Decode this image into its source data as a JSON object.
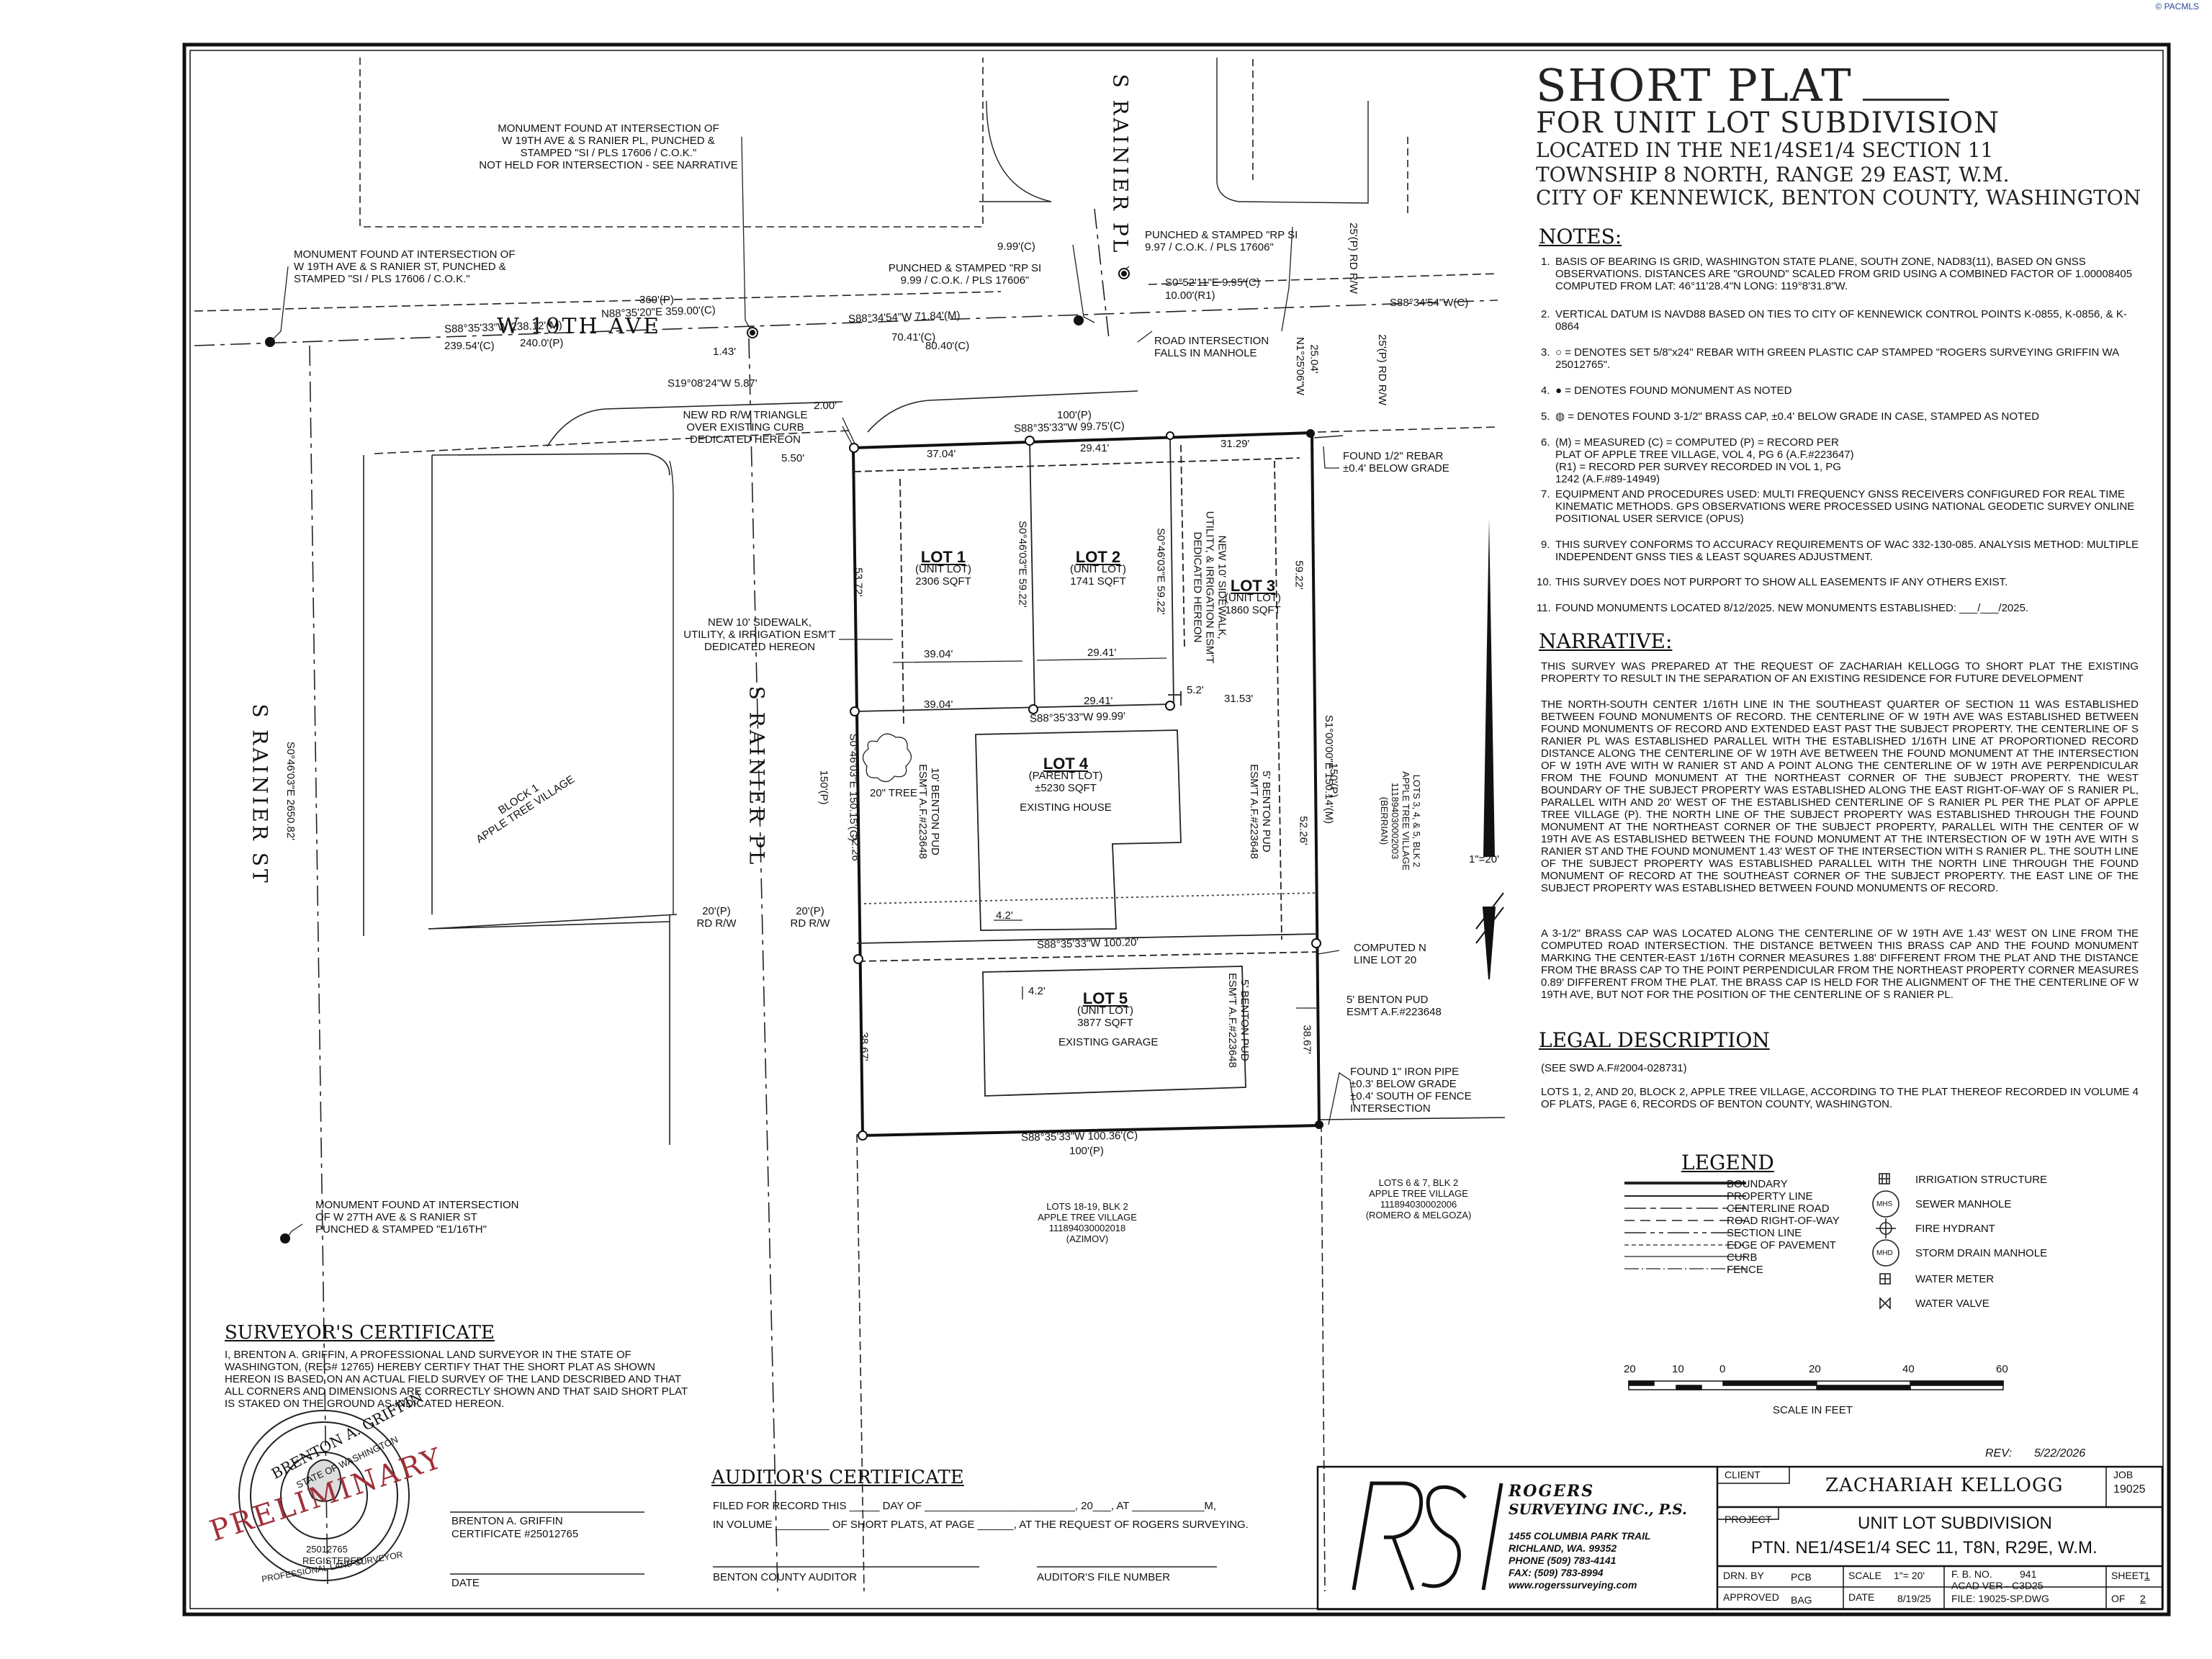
{
  "watermark": "© PACMLS",
  "title": {
    "line1": "SHORT PLAT",
    "line2": "FOR UNIT LOT SUBDIVISION",
    "line3": "LOCATED IN THE NE1/4SE1/4 SECTION 11",
    "line4": "TOWNSHIP 8 NORTH, RANGE 29 EAST, W.M.",
    "line5": "CITY OF KENNEWICK, BENTON COUNTY, WASHINGTON"
  },
  "notes": {
    "heading": "NOTES:",
    "items": [
      {
        "num": "1.",
        "text": "BASIS OF BEARING IS GRID, WASHINGTON STATE PLANE, SOUTH ZONE, NAD83(11), BASED ON GNSS OBSERVATIONS. DISTANCES ARE \"GROUND\" SCALED FROM GRID USING A COMBINED FACTOR OF 1.00008405 COMPUTED FROM LAT: 46°11'28.4\"N LONG: 119°8'31.8\"W."
      },
      {
        "num": "2.",
        "text": "VERTICAL DATUM IS NAVD88 BASED ON TIES TO CITY OF KENNEWICK CONTROL POINTS K-0855, K-0856, & K-0864"
      },
      {
        "num": "3.",
        "text": "○ = DENOTES SET 5/8\"x24\" REBAR WITH GREEN PLASTIC CAP STAMPED \"ROGERS SURVEYING GRIFFIN WA 25012765\"."
      },
      {
        "num": "4.",
        "text": "● = DENOTES FOUND MONUMENT AS NOTED"
      },
      {
        "num": "5.",
        "text": "◍ = DENOTES FOUND 3-1/2\" BRASS CAP, ±0.4' BELOW GRADE IN CASE, STAMPED AS NOTED"
      },
      {
        "num": "6.",
        "text": "(M) = MEASURED (C) = COMPUTED (P) = RECORD PER PLAT OF APPLE TREE VILLAGE, VOL 4, PG 6 (A.F.#223647) (R1) = RECORD PER SURVEY RECORDED IN VOL 1, PG 1242 (A.F.#89-14949)"
      },
      {
        "num": "7.",
        "text": "EQUIPMENT AND PROCEDURES USED: MULTI FREQUENCY GNSS RECEIVERS CONFIGURED FOR REAL TIME KINEMATIC METHODS. GPS OBSERVATIONS WERE PROCESSED USING NATIONAL GEODETIC SURVEY ONLINE POSITIONAL USER SERVICE (OPUS)"
      },
      {
        "num": "9.",
        "text": "THIS SURVEY CONFORMS TO ACCURACY REQUIREMENTS OF WAC 332-130-085. ANALYSIS METHOD: MULTIPLE INDEPENDENT GNSS TIES & LEAST SQUARES ADJUSTMENT."
      },
      {
        "num": "10.",
        "text": "THIS SURVEY DOES NOT PURPORT TO SHOW ALL EASEMENTS IF ANY OTHERS EXIST."
      },
      {
        "num": "11.",
        "text": "FOUND MONUMENTS LOCATED 8/12/2025. NEW MONUMENTS ESTABLISHED: ___/___/2025."
      }
    ]
  },
  "narrative": {
    "heading": "NARRATIVE:",
    "p1": "THIS SURVEY WAS PREPARED AT THE REQUEST OF ZACHARIAH KELLOGG TO SHORT PLAT THE EXISTING PROPERTY TO RESULT IN THE SEPARATION OF AN EXISTING RESIDENCE FOR FUTURE DEVELOPMENT",
    "p2": "THE NORTH-SOUTH CENTER 1/16TH LINE IN THE SOUTHEAST QUARTER OF SECTION 11 WAS ESTABLISHED BETWEEN FOUND MONUMENTS OF RECORD. THE CENTERLINE OF W 19TH AVE WAS ESTABLISHED BETWEEN FOUND MONUMENTS OF RECORD AND EXTENDED EAST PAST THE SUBJECT PROPERTY. THE CENTERLINE OF S RANIER PL WAS ESTABLISHED PARALLEL WITH THE ESTABLISHED 1/16TH LINE AT PROPORTIONED RECORD DISTANCE ALONG THE CENTERLINE OF W 19TH AVE BETWEEN THE FOUND MONUMENT AT THE INTERSECTION OF W 19TH AVE WITH W RANIER ST AND A POINT ALONG THE CENTERLINE OF W 19TH AVE PERPENDICULAR FROM THE FOUND MONUMENT AT THE NORTHEAST CORNER OF THE SUBJECT PROPERTY. THE WEST BOUNDARY OF THE SUBJECT PROPERTY WAS ESTABLISHED ALONG THE EAST RIGHT-OF-WAY OF S RANIER PL, PARALLEL WITH AND 20' WEST OF THE ESTABLISHED CENTERLINE OF S RANIER PL PER THE PLAT OF APPLE TREE VILLAGE (P). THE NORTH LINE OF THE SUBJECT PROPERTY WAS ESTABLISHED THROUGH THE FOUND MONUMENT AT THE NORTHEAST CORNER OF THE SUBJECT PROPERTY, PARALLEL WITH THE CENTER OF W 19TH AVE AS ESTABLISHED BETWEEN THE FOUND MONUMENT AT THE INTERSECTION OF W 19TH AVE WITH S RANIER ST AND THE FOUND MONUMENT 1.43' WEST OF THE INTERSECTION WITH S RANIER PL. THE SOUTH LINE OF THE SUBJECT PROPERTY WAS ESTABLISHED PARALLEL WITH THE NORTH LINE THROUGH THE FOUND MONUMENT OF RECORD AT THE SOUTHEAST CORNER OF THE SUBJECT PROPERTY. THE EAST LINE OF THE SUBJECT PROPERTY WAS ESTABLISHED BETWEEN FOUND MONUMENTS OF RECORD.",
    "p3": "A 3-1/2\" BRASS CAP WAS LOCATED ALONG THE CENTERLINE OF W 19TH AVE 1.43' WEST ON LINE FROM THE COMPUTED ROAD INTERSECTION. THE DISTANCE BETWEEN THIS BRASS CAP AND THE FOUND MONUMENT MARKING THE CENTER-EAST 1/16TH CORNER MEASURES 1.88' DIFFERENT FROM THE PLAT AND THE DISTANCE FROM THE BRASS CAP TO THE POINT PERPENDICULAR FROM THE NORTHEAST PROPERTY CORNER MEASURES 0.89' DIFFERENT FROM THE PLAT. THE BRASS CAP IS HELD FOR THE ALIGNMENT OF THE THE CENTERLINE OF W 19TH AVE, BUT NOT FOR THE POSITION OF THE CENTERLINE OF S RANIER PL."
  },
  "legal": {
    "heading": "LEGAL DESCRIPTION",
    "ref": "(SEE SWD A.F#2004-028731)",
    "text": "LOTS 1, 2, AND 20, BLOCK 2, APPLE TREE VILLAGE, ACCORDING TO THE PLAT THEREOF RECORDED IN VOLUME 4 OF PLATS, PAGE 6, RECORDS OF BENTON COUNTY, WASHINGTON."
  },
  "legend": {
    "heading": "LEGEND",
    "lines": [
      "BOUNDARY",
      "PROPERTY LINE",
      "CENTERLINE ROAD",
      "ROAD RIGHT-OF-WAY",
      "SECTION LINE",
      "EDGE OF PAVEMENT",
      "CURB",
      "FENCE"
    ],
    "symbols": [
      {
        "abbr": "",
        "label": "IRRIGATION STRUCTURE"
      },
      {
        "abbr": "MHS",
        "label": "SEWER MANHOLE"
      },
      {
        "abbr": "",
        "label": "FIRE HYDRANT"
      },
      {
        "abbr": "MHD",
        "label": "STORM DRAIN MANHOLE"
      },
      {
        "abbr": "",
        "label": "WATER METER"
      },
      {
        "abbr": "",
        "label": "WATER VALVE"
      }
    ]
  },
  "scale": {
    "ticks": [
      "20",
      "10",
      "0",
      "20",
      "40",
      "60"
    ],
    "label": "SCALE IN FEET",
    "north_scale": "1\"=20'"
  },
  "plat": {
    "streets": {
      "w19": "W 19TH AVE",
      "rainier_pl_top": "S RAINIER PL",
      "rainier_pl_mid": "S RAINIER PL",
      "rainier_st": "S RAINIER ST"
    },
    "lots": [
      {
        "name": "LOT 1",
        "type": "(UNIT LOT)",
        "area": "2306 SQFT"
      },
      {
        "name": "LOT 2",
        "type": "(UNIT LOT)",
        "area": "1741 SQFT"
      },
      {
        "name": "LOT 3",
        "type": "(UNIT LOT)",
        "area": "1860 SQFT"
      },
      {
        "name": "LOT 4",
        "type": "(PARENT LOT)",
        "area": "±5230 SQFT",
        "extra": "EXISTING HOUSE"
      },
      {
        "name": "LOT 5",
        "type": "(UNIT LOT)",
        "area": "3877 SQFT",
        "extra": "EXISTING GARAGE"
      }
    ],
    "notes": {
      "mon1": [
        "MONUMENT FOUND AT INTERSECTION OF",
        "W 19TH AVE & S RANIER PL, PUNCHED &",
        "STAMPED \"SI / PLS 17606 / C.O.K.\"",
        "NOT HELD FOR INTERSECTION - SEE NARRATIVE"
      ],
      "mon2": [
        "MONUMENT FOUND AT INTERSECTION OF",
        "W 19TH AVE & S RANIER ST, PUNCHED &",
        "STAMPED \"SI / PLS 17606 / C.O.K.\""
      ],
      "mon3": [
        "MONUMENT FOUND AT INTERSECTION",
        "OF W 27TH AVE & S RANIER ST",
        "PUNCHED & STAMPED \"E1/16TH\""
      ],
      "punched1": [
        "PUNCHED & STAMPED \"RP SI",
        "9.97 / C.O.K. / PLS 17606\""
      ],
      "punched2": [
        "PUNCHED & STAMPED \"RP SI",
        "9.99 / C.O.K. / PLS 17606\""
      ],
      "road_int": [
        "ROAD INTERSECTION",
        "FALLS IN MANHOLE"
      ],
      "triangle": [
        "NEW RD R/W TRIANGLE",
        "OVER EXISTING CURB",
        "DEDICATED HEREON"
      ],
      "sidewalk1": [
        "NEW 10' SIDEWALK,",
        "UTILITY, & IRRIGATION ESM'T",
        "DEDICATED HEREON"
      ],
      "sidewalk2": [
        "NEW 10' SIDEWALK,",
        "UTILITY, & IRRIGATION ESM'T",
        "DEDICATED HEREON"
      ],
      "rebar": [
        "FOUND 1/2\" REBAR",
        "±0.4' BELOW GRADE"
      ],
      "ironpipe": [
        "FOUND 1\" IRON PIPE",
        "±0.3' BELOW GRADE",
        "±0.4' SOUTH OF FENCE",
        "INTERSECTION"
      ],
      "computed": [
        "COMPUTED N",
        "LINE LOT 20"
      ],
      "benton3": [
        "5' BENTON PUD",
        "ESM'T A.F.#223648"
      ],
      "benton_a": [
        "10' BENTON PUD",
        "ESM'T A.F.#223648"
      ],
      "benton_b": [
        "5' BENTON PUD",
        "ESM'T A.F.#223648"
      ],
      "benton_c": [
        "5' BENTON PUD",
        "ESM'T A.F.#223648"
      ],
      "tree": "20\" TREE",
      "block1": [
        "BLOCK 1",
        "APPLE TREE VILLAGE"
      ],
      "lots18": [
        "LOTS 18-19, BLK 2",
        "APPLE TREE VILLAGE",
        "111894030002018",
        "(AZIMOV)"
      ],
      "lots67": [
        "LOTS 6 & 7, BLK 2",
        "APPLE TREE VILLAGE",
        "111894030002006",
        "(ROMERO & MELGOZA)"
      ],
      "lots345": [
        "LOTS 3, 4, & 5, BLK 2",
        "APPLE TREE VILLAGE",
        "111894030002003",
        "(BERRIAN)"
      ],
      "rdrw20a": [
        "20'(P)",
        "RD R/W"
      ],
      "rdrw20b": [
        "20'(P)",
        "RD R/W"
      ],
      "rdrw25a": "25'(P) RD R/W",
      "rdrw25b": "25'(P) RD R/W"
    },
    "dims": {
      "d1": "S88°35'33\"W 238.12'(M)",
      "d2": "239.54'(C)",
      "d3": "240.0'(P)",
      "d4": "360'(P)",
      "d5": "N88°35'20\"E 359.00'(C)",
      "d6": "1.43'",
      "d7": "S88°34'54\"W 71.84'(M)",
      "d8": "70.41'(C)",
      "d9": "80.40'(C)",
      "d10": "9.99'(C)",
      "d11": "S0°52'11\"E 9.95'(C)",
      "d12": "10.00'(R1)",
      "d13": "S88°34'54\"W(C)",
      "d14": "S19°08'24\"W 5.87'",
      "d15": "2.00'",
      "d16": "5.50'",
      "d17": "100'(P)",
      "d18": "S88°35'33\"W 99.75'(C)",
      "d19": "37.04'",
      "d20": "29.41'",
      "d21": "31.29'",
      "d22": "S0°46'03\"E 59.22'",
      "d23": "S0°46'03\"E 59.22'",
      "d24": "53.72'",
      "d25": "59.22'",
      "d26": "39.04'",
      "d27": "29.41'",
      "d28": "39.04'",
      "d29": "29.41'",
      "d30": "5.2'",
      "d31": "31.53'",
      "d32": "S88°35'33\"W 99.99'",
      "d33": "S0°46'03\"E 150.15'(C)",
      "d34": "150'(P)",
      "d35": "52.26'",
      "d36": "S1°00'00\"E 150.14'(M)",
      "d37": "150'(P)",
      "d38": "52.26'",
      "d39": "4.2'",
      "d40": "S88°35'33\"W 100.20'",
      "d41": "4.2'",
      "d42": "38.67'",
      "d43": "38.67'",
      "d44": "S88°35'33\"W 100.36'(C)",
      "d45": "100'(P)",
      "d46": "25.04'",
      "d47": "N1°25'06\"W",
      "d48": "S0°46'03\"E 2650.82'"
    }
  },
  "surveyor_cert": {
    "heading": "SURVEYOR'S CERTIFICATE",
    "text": "I, BRENTON A. GRIFFIN, A PROFESSIONAL LAND SURVEYOR IN THE STATE OF WASHINGTON, (REG# 12765) HEREBY CERTIFY THAT THE SHORT PLAT AS SHOWN HEREON IS BASED ON AN ACTUAL FIELD SURVEY OF THE LAND DESCRIBED AND THAT ALL CORNERS AND DIMENSIONS ARE CORRECTLY SHOWN AND THAT SAID SHORT PLAT IS STAKED ON THE GROUND AS INDICATED HEREON.",
    "name": "BRENTON A. GRIFFIN",
    "cert": "CERTIFICATE #25012765",
    "date": "DATE",
    "stamp_outer": "BRENTON A. GRIFFIN",
    "stamp_state": "STATE OF WASHINGTON",
    "stamp_num": "25012765",
    "stamp_reg": "REGISTERED",
    "stamp_prof": "PROFESSIONAL LAND SURVEYOR",
    "stamp_prelim": "PRELIMINARY"
  },
  "auditor_cert": {
    "heading": "AUDITOR'S CERTIFICATE",
    "line1": "FILED FOR RECORD THIS _____ DAY OF _________________________, 20___, AT ____________M,",
    "line2": "IN VOLUME _________ OF SHORT PLATS, AT PAGE ______, AT THE REQUEST OF ROGERS SURVEYING.",
    "sig1": "BENTON COUNTY AUDITOR",
    "sig2": "AUDITOR'S FILE NUMBER"
  },
  "title_block": {
    "rev_label": "REV:",
    "rev_date": "5/22/2026",
    "logo": "RSI",
    "company1": "ROGERS",
    "company2": "SURVEYING INC., P.S.",
    "address1": "1455 COLUMBIA PARK TRAIL",
    "address2": "RICHLAND, WA. 99352",
    "phone": "PHONE (509) 783-4141",
    "fax": "FAX: (509) 783-8994",
    "web": "www.rogerssurveying.com",
    "client_label": "CLIENT",
    "client": "ZACHARIAH KELLOGG",
    "job_label": "JOB",
    "job": "19025",
    "project_label": "PROJECT",
    "project1": "UNIT LOT SUBDIVISION",
    "project2": "PTN. NE1/4SE1/4 SEC 11, T8N, R29E, W.M.",
    "drn_label": "DRN. BY",
    "drn": "PCB",
    "scale_label": "SCALE",
    "scale": "1\"= 20'",
    "fb_label": "F. B. NO.",
    "fb": "941",
    "acad": "ACAD VER - C3D25",
    "sheet_label": "SHEET",
    "sheet": "1",
    "appr_label": "APPROVED",
    "appr": "BAG",
    "date_label": "DATE",
    "date": "8/19/25",
    "file": "FILE: 19025-SP.DWG",
    "of_label": "OF",
    "of": "2"
  }
}
